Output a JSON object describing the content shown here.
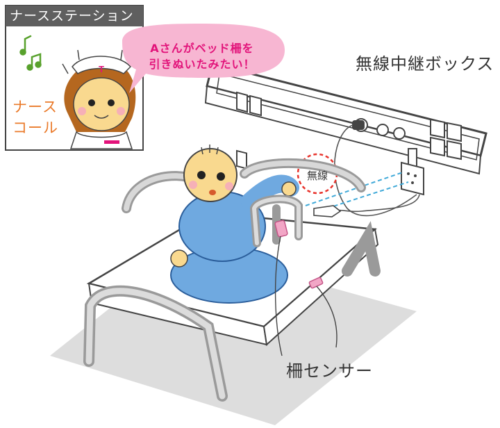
{
  "nurse_station": {
    "title": "ナースステーション",
    "call_label_line1": "ナース",
    "call_label_line2": "コール",
    "cap_mark": "T"
  },
  "speech_bubble": {
    "line1": "Aさんがベッド柵を",
    "line2": "引きぬいたみたい！"
  },
  "labels": {
    "relay_box": "無線中継ボックス",
    "wireless": "無線",
    "rail_sensor": "柵センサー"
  },
  "colors": {
    "header_bg": "#5f5f5f",
    "bubble_fill": "#f7b6d2",
    "bubble_text": "#e2137a",
    "nurse_call_text": "#ea7a2a",
    "note_icon": "#58a12c",
    "patient_shirt": "#6fa9e0",
    "patient_skin": "#f9d98f",
    "bed_rail": "#c8c8c8",
    "floor_mat": "#dddddd",
    "sensor": "#f2a6c6",
    "wireless_line": "#3fa9d8",
    "wireless_circle": "#e8322b"
  }
}
